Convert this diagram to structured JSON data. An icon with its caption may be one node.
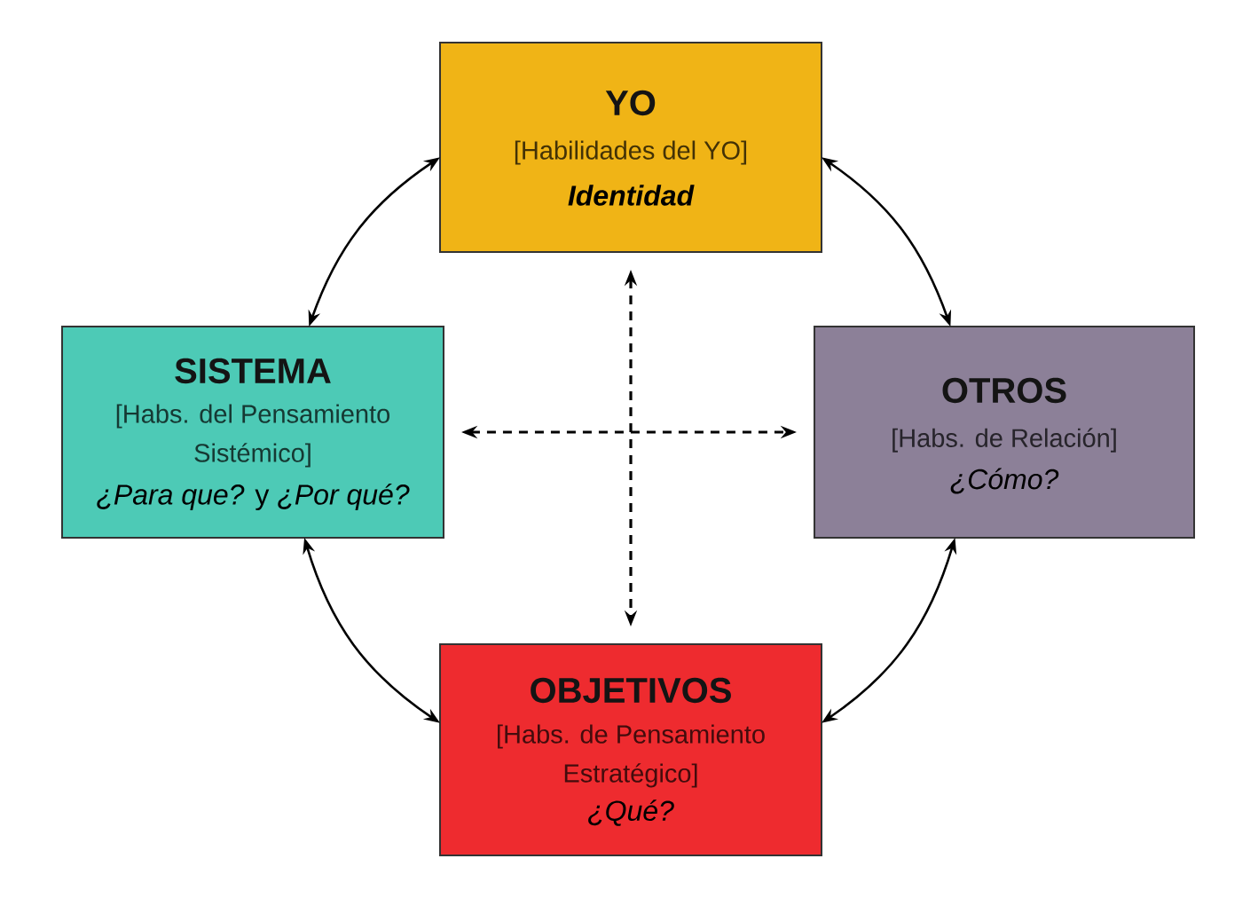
{
  "diagram": {
    "nodes": [
      {
        "text": [
          "YO",
          "[Habilidades del YO]",
          "Identidad"
        ]
      },
      {
        "text": [
          "SISTEMA",
          "[Habs. del Pensamiento Sistémico]",
          "*¿Para que?* y *¿Por qué?*"
        ]
      },
      {
        "text": [
          "OTROS",
          "[Habs. de Relación]",
          "¿Cómo?"
        ]
      },
      {
        "text": [
          "OBJETIVOS",
          "[Habs. de Pensamiento Estratégico]",
          "¿Qué?"
        ]
      }
    ],
    "edges": [
      {
        "from": 0,
        "to": 1,
        "arrow": "both"
      },
      {
        "from": 0,
        "to": 2,
        "arrow": "both"
      },
      {
        "from": 0,
        "to": 3,
        "arrow": "both",
        "style": "dashed"
      },
      {
        "from": 1,
        "to": 2,
        "arrow": "both",
        "style": "dashed"
      },
      {
        "from": 1,
        "to": 3,
        "arrow": "both"
      },
      {
        "from": 2,
        "to": 3,
        "arrow": "both"
      }
    ]
  }
}
